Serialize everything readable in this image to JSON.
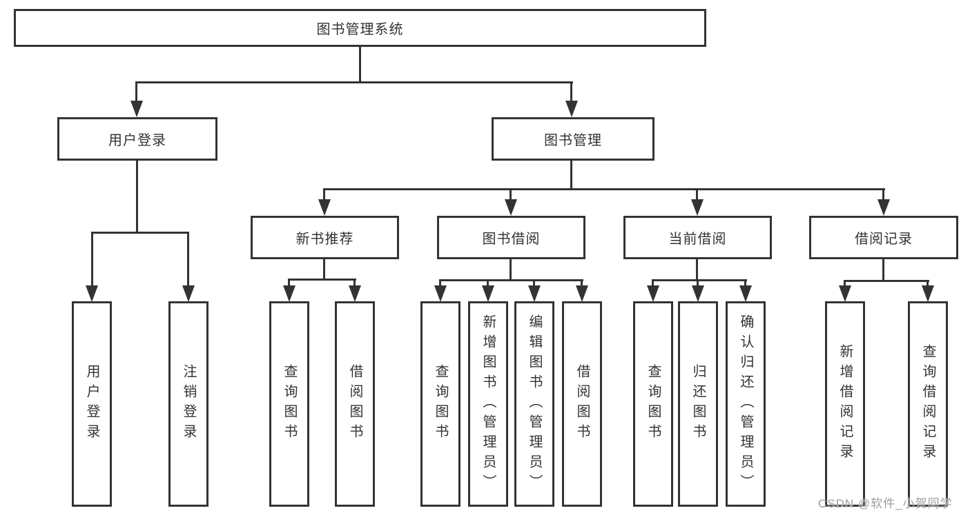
{
  "diagram": {
    "root": "图书管理系统",
    "level2": {
      "user_login": "用户登录",
      "book_mgmt": "图书管理"
    },
    "level3": {
      "new_book_rec": "新书推荐",
      "book_borrow": "图书借阅",
      "current_borrow": "当前借阅",
      "borrow_records": "借阅记录"
    },
    "leaves": {
      "user_login_leaf": "用户登录",
      "logout_leaf": "注销登录",
      "rec_query_book": "查询图书",
      "rec_borrow_book": "借阅图书",
      "bb_query_book": "查询图书",
      "bb_add_book": "新增图书（管理员）",
      "bb_edit_book": "编辑图书（管理员）",
      "bb_borrow_book": "借阅图书",
      "cb_query_book": "查询图书",
      "cb_return_book": "归还图书",
      "cb_confirm_return": "确认归还（管理员）",
      "br_add_record": "新增借阅记录",
      "br_query_record": "查询借阅记录"
    },
    "watermark": "CSDN @软件_小贺同学",
    "colors": {
      "line": "#333333",
      "text": "#333333",
      "watermark_gray": "#9c9c9c",
      "background": "#ffffff"
    }
  }
}
